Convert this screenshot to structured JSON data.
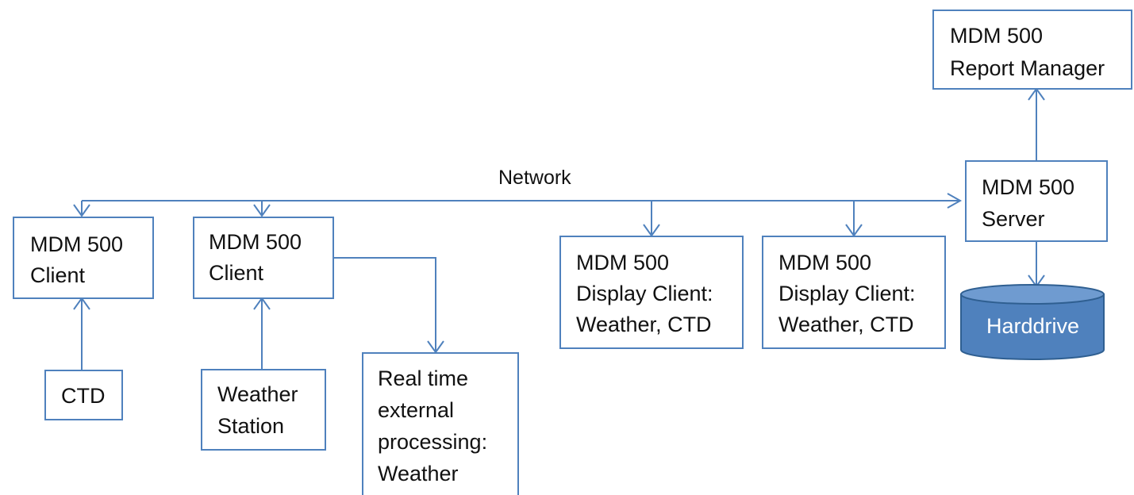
{
  "diagram": {
    "network_label": "Network",
    "nodes": {
      "report_manager": {
        "line1": "MDM 500",
        "line2": "Report Manager"
      },
      "server": {
        "line1": "MDM 500",
        "line2": "Server"
      },
      "client_ctd": {
        "line1": "MDM 500",
        "line2": "Client"
      },
      "client_weather": {
        "line1": "MDM 500",
        "line2": "Client"
      },
      "display_client_1": {
        "line1": "MDM 500",
        "line2": "Display Client:",
        "line3": "Weather, CTD"
      },
      "display_client_2": {
        "line1": "MDM 500",
        "line2": "Display Client:",
        "line3": "Weather, CTD"
      },
      "ctd": {
        "line1": "CTD"
      },
      "weather_station": {
        "line1": "Weather",
        "line2": "Station"
      },
      "realtime_processing": {
        "line1": "Real time",
        "line2": "external",
        "line3": "processing:",
        "line4": "Weather"
      },
      "harddrive": {
        "line1": "Harddrive"
      }
    },
    "colors": {
      "line": "#4f81bd",
      "drive_fill": "#4f81bd",
      "drive_stroke": "#2f5f91",
      "box_fill": "#ffffff"
    }
  }
}
